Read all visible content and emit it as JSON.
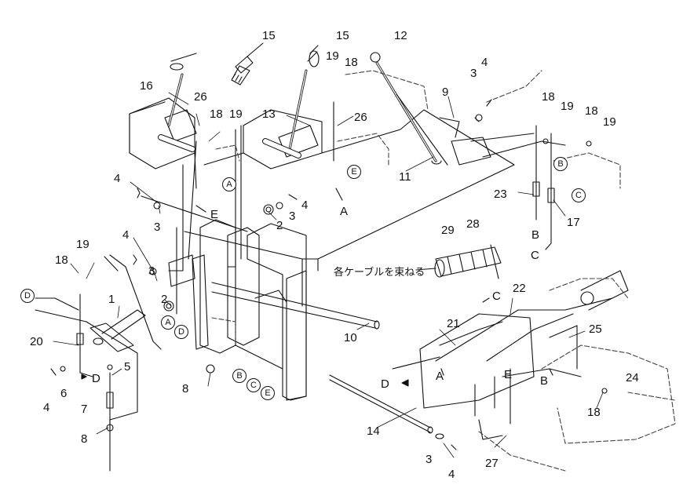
{
  "note": "各ケーブルを束ねる",
  "callouts": {
    "n1": "1",
    "n2a": "2",
    "n2b": "2",
    "n3a": "3",
    "n3b": "3",
    "n3c": "3",
    "n3d": "3",
    "n3e": "3",
    "n4a": "4",
    "n4b": "4",
    "n4c": "4",
    "n4d": "4",
    "n4e": "4",
    "n4f": "4",
    "n5": "5",
    "n6": "6",
    "n7": "7",
    "n8a": "8",
    "n8b": "8",
    "n9": "9",
    "n10": "10",
    "n11": "11",
    "n12": "12",
    "n13": "13",
    "n14": "14",
    "n15a": "15",
    "n15b": "15",
    "n16": "16",
    "n17": "17",
    "n18a": "18",
    "n18b": "18",
    "n18c": "18",
    "n18d": "18",
    "n18e": "18",
    "n18f": "18",
    "n19a": "19",
    "n19b": "19",
    "n19c": "19",
    "n19d": "19",
    "n20": "20",
    "n21": "21",
    "n22": "22",
    "n23": "23",
    "n24": "24",
    "n25": "25",
    "n26a": "26",
    "n26b": "26",
    "n27": "27",
    "n28": "28",
    "n29": "29"
  },
  "letters": {
    "la1": "A",
    "la2": "A",
    "lb1": "B",
    "lb2": "B",
    "lc1": "C",
    "lc2": "C",
    "ld1": "D",
    "ld2": "D",
    "le1": "E",
    "le2": "E"
  },
  "circled": {
    "ca1": "A",
    "ca2": "A",
    "ce1": "E",
    "cb1": "B",
    "cc1": "C",
    "cd1": "D",
    "cd2": "D",
    "cb2": "B",
    "cc2": "C",
    "ce2": "E"
  }
}
